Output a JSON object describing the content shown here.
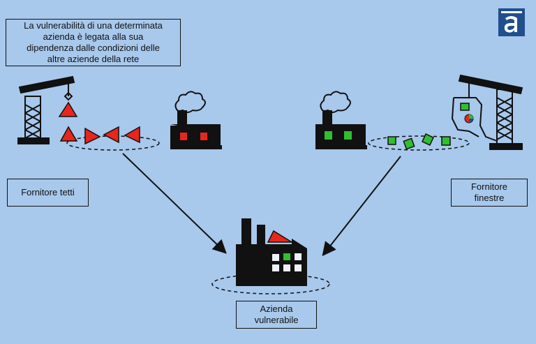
{
  "caption": {
    "lines": [
      "La vulnerabilità di una determinata",
      "azienda è legata alla sua",
      "dipendenza dalle condizioni delle",
      "altre aziende della rete"
    ]
  },
  "labels": {
    "roof_supplier": "Fornitore tetti",
    "window_supplier": [
      "Fornitore",
      "finestre"
    ],
    "vulnerable_company": [
      "Azienda",
      "vulnerabile"
    ]
  },
  "colors": {
    "background": "#a8c8ec",
    "roof_parts": "#e8261b",
    "window_parts": "#2fbf2f",
    "structure": "#111111",
    "logo": "#1f4f8c"
  },
  "icons": {
    "left_crane": "crane-icon",
    "right_crane": "crane-icon",
    "left_factory": "factory-icon",
    "right_factory": "factory-icon",
    "center_factory": "factory-icon",
    "logo": "logo-icon"
  }
}
